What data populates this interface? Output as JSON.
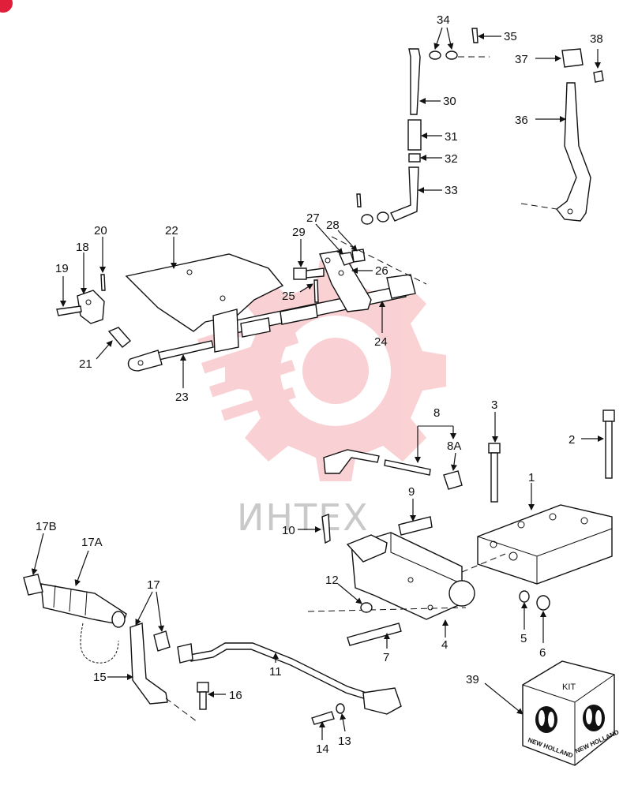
{
  "watermark": {
    "text": "ИНТЕХ",
    "color": "#e8303a"
  },
  "kit": {
    "label": "KIT",
    "brand": "NEW HOLLAND"
  },
  "badge": {
    "color": "#e0203a"
  },
  "labels": {
    "p1": "1",
    "p2": "2",
    "p3": "3",
    "p4": "4",
    "p5": "5",
    "p6": "6",
    "p7": "7",
    "p8": "8",
    "p8a": "8A",
    "p9": "9",
    "p10": "10",
    "p11": "11",
    "p12": "12",
    "p13": "13",
    "p14": "14",
    "p15": "15",
    "p16": "16",
    "p17": "17",
    "p17a": "17A",
    "p17b": "17B",
    "p18": "18",
    "p19": "19",
    "p20": "20",
    "p21": "21",
    "p22": "22",
    "p23": "23",
    "p24": "24",
    "p25": "25",
    "p26": "26",
    "p27": "27",
    "p28": "28",
    "p29": "29",
    "p30": "30",
    "p31": "31",
    "p32": "32",
    "p33": "33",
    "p34": "34",
    "p35": "35",
    "p36": "36",
    "p37": "37",
    "p38": "38",
    "p39": "39"
  }
}
